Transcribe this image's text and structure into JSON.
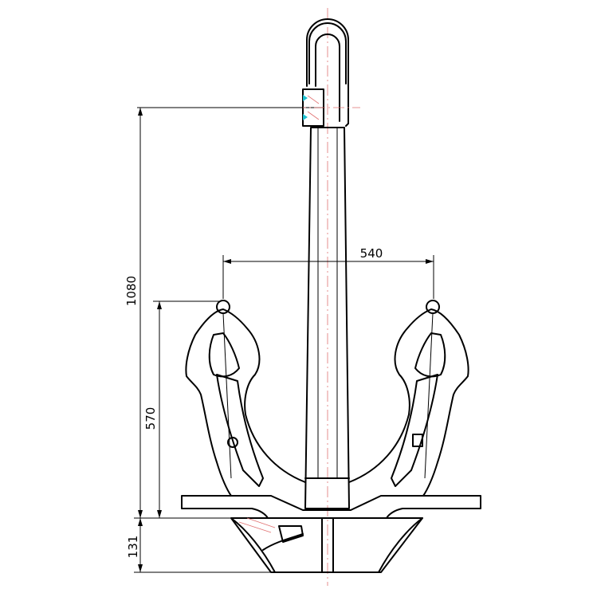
{
  "dimensions": {
    "shank_span": "540",
    "overall_height": "1080",
    "fluke_height": "570",
    "crown_height": "131"
  },
  "colors": {
    "outline": "#000000",
    "centerline": "#e07070",
    "weld_marker": "#20c0d0"
  }
}
